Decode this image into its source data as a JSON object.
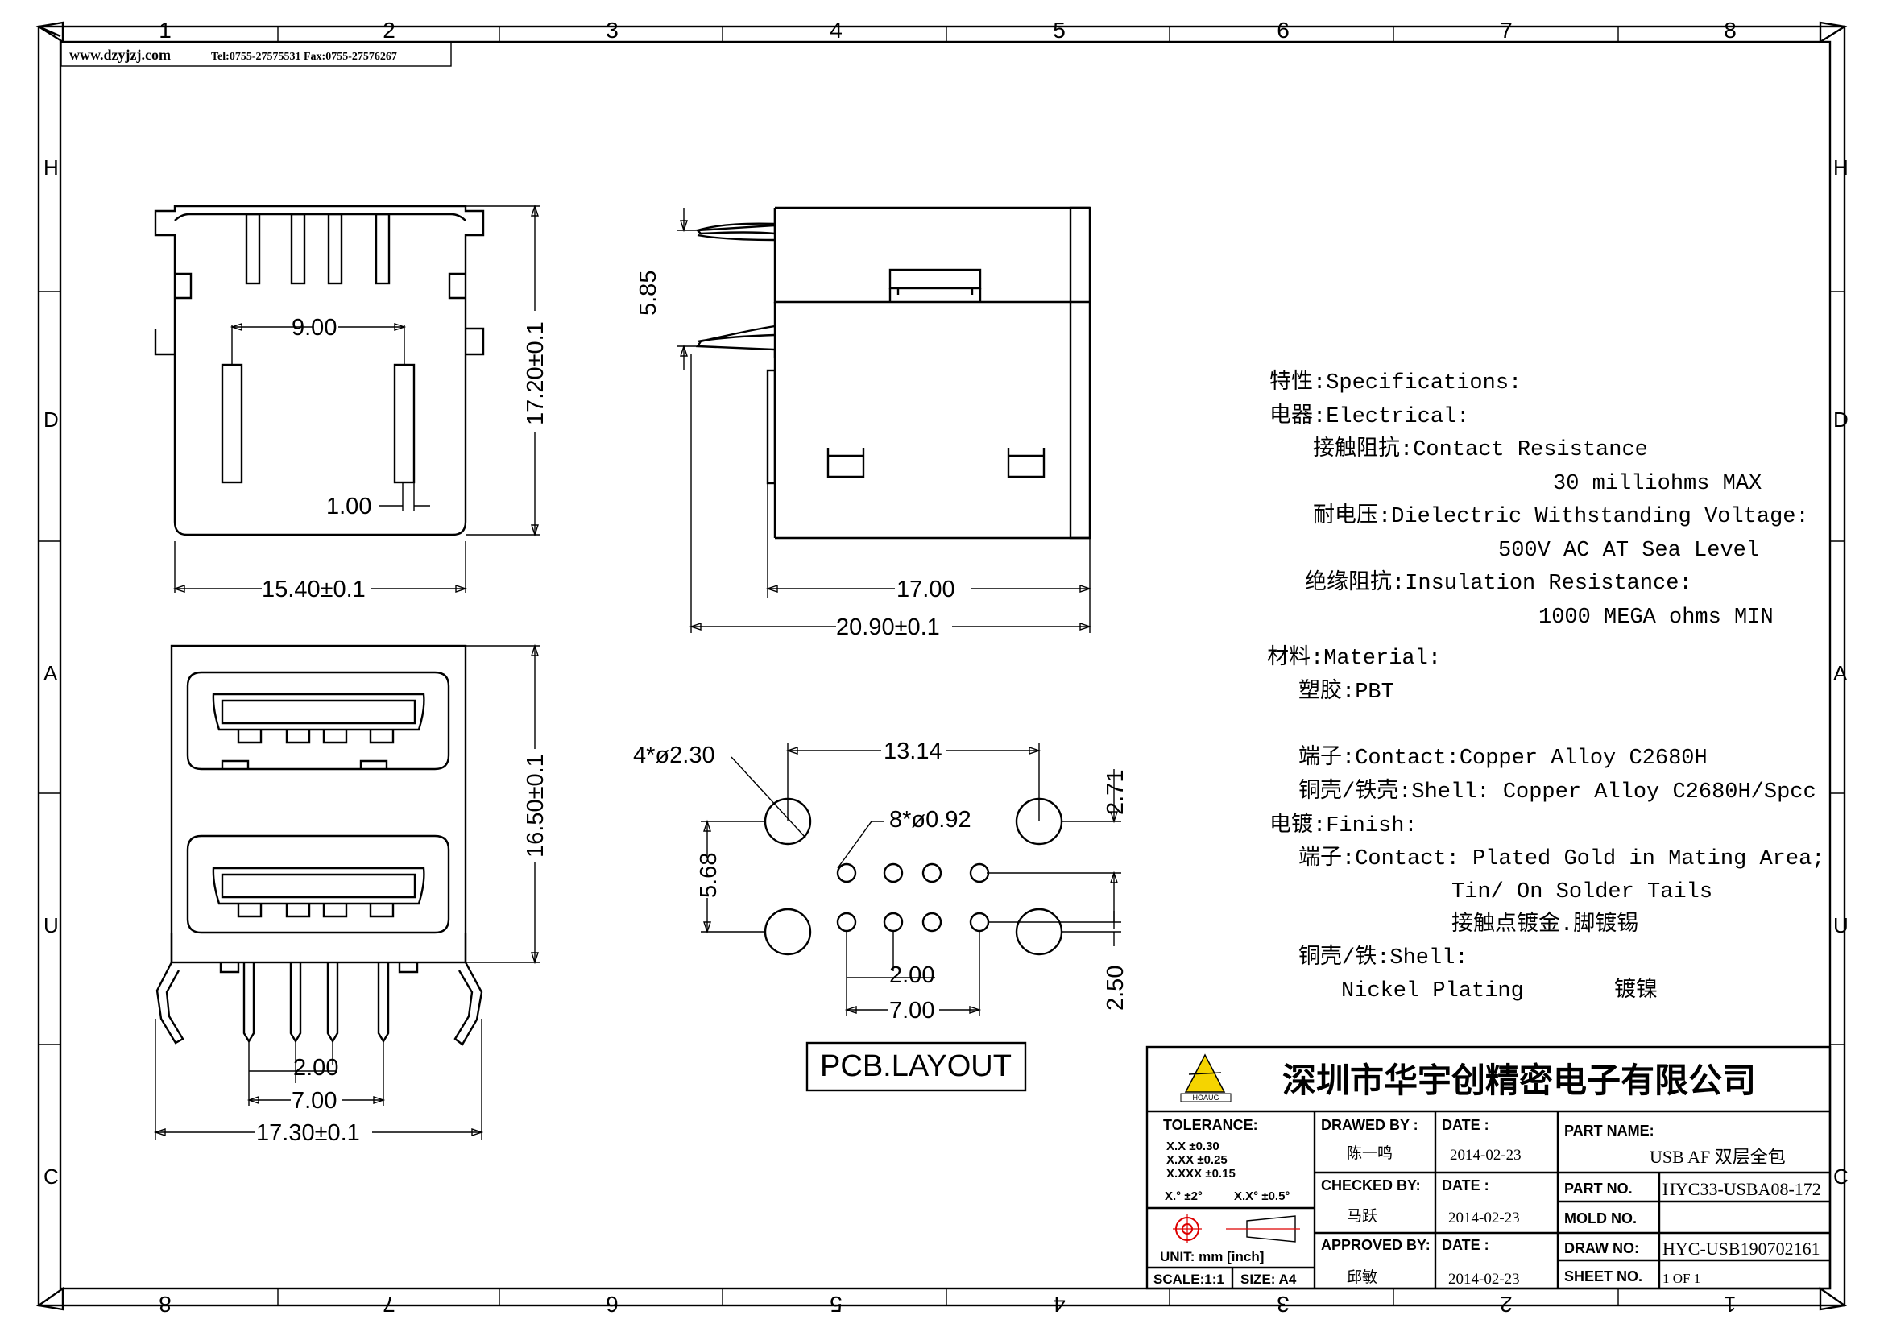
{
  "header": {
    "website": "www.dzyjzj.com",
    "tel_fax": "Tel:0755-27575531 Fax:0755-27576267"
  },
  "border": {
    "col_labels": [
      "1",
      "2",
      "3",
      "4",
      "5",
      "6",
      "7",
      "8"
    ],
    "row_labels": [
      "H",
      "D",
      "A",
      "U",
      "C"
    ]
  },
  "dimensions": {
    "top_view": {
      "pin_spacing": "9.00",
      "slot": "1.00",
      "width": "15.40±0.1",
      "height": "17.20±0.1"
    },
    "side_view": {
      "pin_pitch": "5.85",
      "body_depth": "17.00",
      "total_depth": "20.90±0.1"
    },
    "front_view": {
      "height": "16.50±0.1",
      "pin_pitch": "2.00",
      "pin_span": "7.00",
      "width": "17.30±0.1"
    },
    "pcb_layout": {
      "mount_holes": "4*ø2.30",
      "signal_holes": "8*ø0.92",
      "hole_span_x": "13.14",
      "hole_offset_y": "2.71",
      "row_spacing": "5.68",
      "pin_pitch": "2.00",
      "pin_span": "7.00",
      "bottom_offset": "2.50",
      "label": "PCB.LAYOUT"
    }
  },
  "specifications": [
    "特性:Specifications:",
    "电器:Electrical:",
    "接触阻抗:Contact Resistance",
    "30 milliohms MAX",
    "耐电压:Dielectric Withstanding Voltage:",
    "500V AC AT Sea Level",
    "绝缘阻抗:Insulation Resistance:",
    "1000 MEGA ohms MIN",
    "材料:Material:",
    "塑胶:PBT",
    "端子:Contact:Copper Alloy  C2680H",
    "铜壳/铁壳:Shell: Copper Alloy  C2680H/Spcc",
    "电镀:Finish:",
    "端子:Contact: Plated Gold in Mating Area;",
    "Tin/ On Solder Tails",
    "接触点镀金.脚镀锡",
    "铜壳/铁:Shell:",
    "Nickel Plating",
    "镀镍"
  ],
  "title_block": {
    "company": "深圳市华宇创精密电子有限公司",
    "logo_text": "HOAUG",
    "tolerance_label": "TOLERANCE:",
    "tolerances": [
      "X.X     ±0.30",
      "X.XX    ±0.25",
      "X.XXX  ±0.15"
    ],
    "angle_tolerances": [
      "X.° ±2°",
      "X.X° ±0.5°"
    ],
    "unit": "UNIT:  mm  [inch]",
    "scale": "SCALE:1:1",
    "size": "SIZE:  A4",
    "drawed_by_label": "DRAWED BY :",
    "drawed_by": "陈一鸣",
    "checked_by_label": "CHECKED BY:",
    "checked_by": "马跃",
    "approved_by_label": "APPROVED BY:",
    "approved_by": "邱敏",
    "date_label": "DATE :",
    "date1": "2014-02-23",
    "date2": "2014-02-23",
    "date3": "2014-02-23",
    "part_name_label": "PART NAME:",
    "part_name": "USB AF 双层全包",
    "part_no_label": "PART NO.",
    "part_no": "HYC33-USBA08-172",
    "mold_no_label": "MOLD NO.",
    "mold_no": "",
    "draw_no_label": "DRAW NO:",
    "draw_no": "HYC-USB190702161",
    "sheet_no_label": "SHEET NO.",
    "sheet_no": "1 OF 1"
  }
}
